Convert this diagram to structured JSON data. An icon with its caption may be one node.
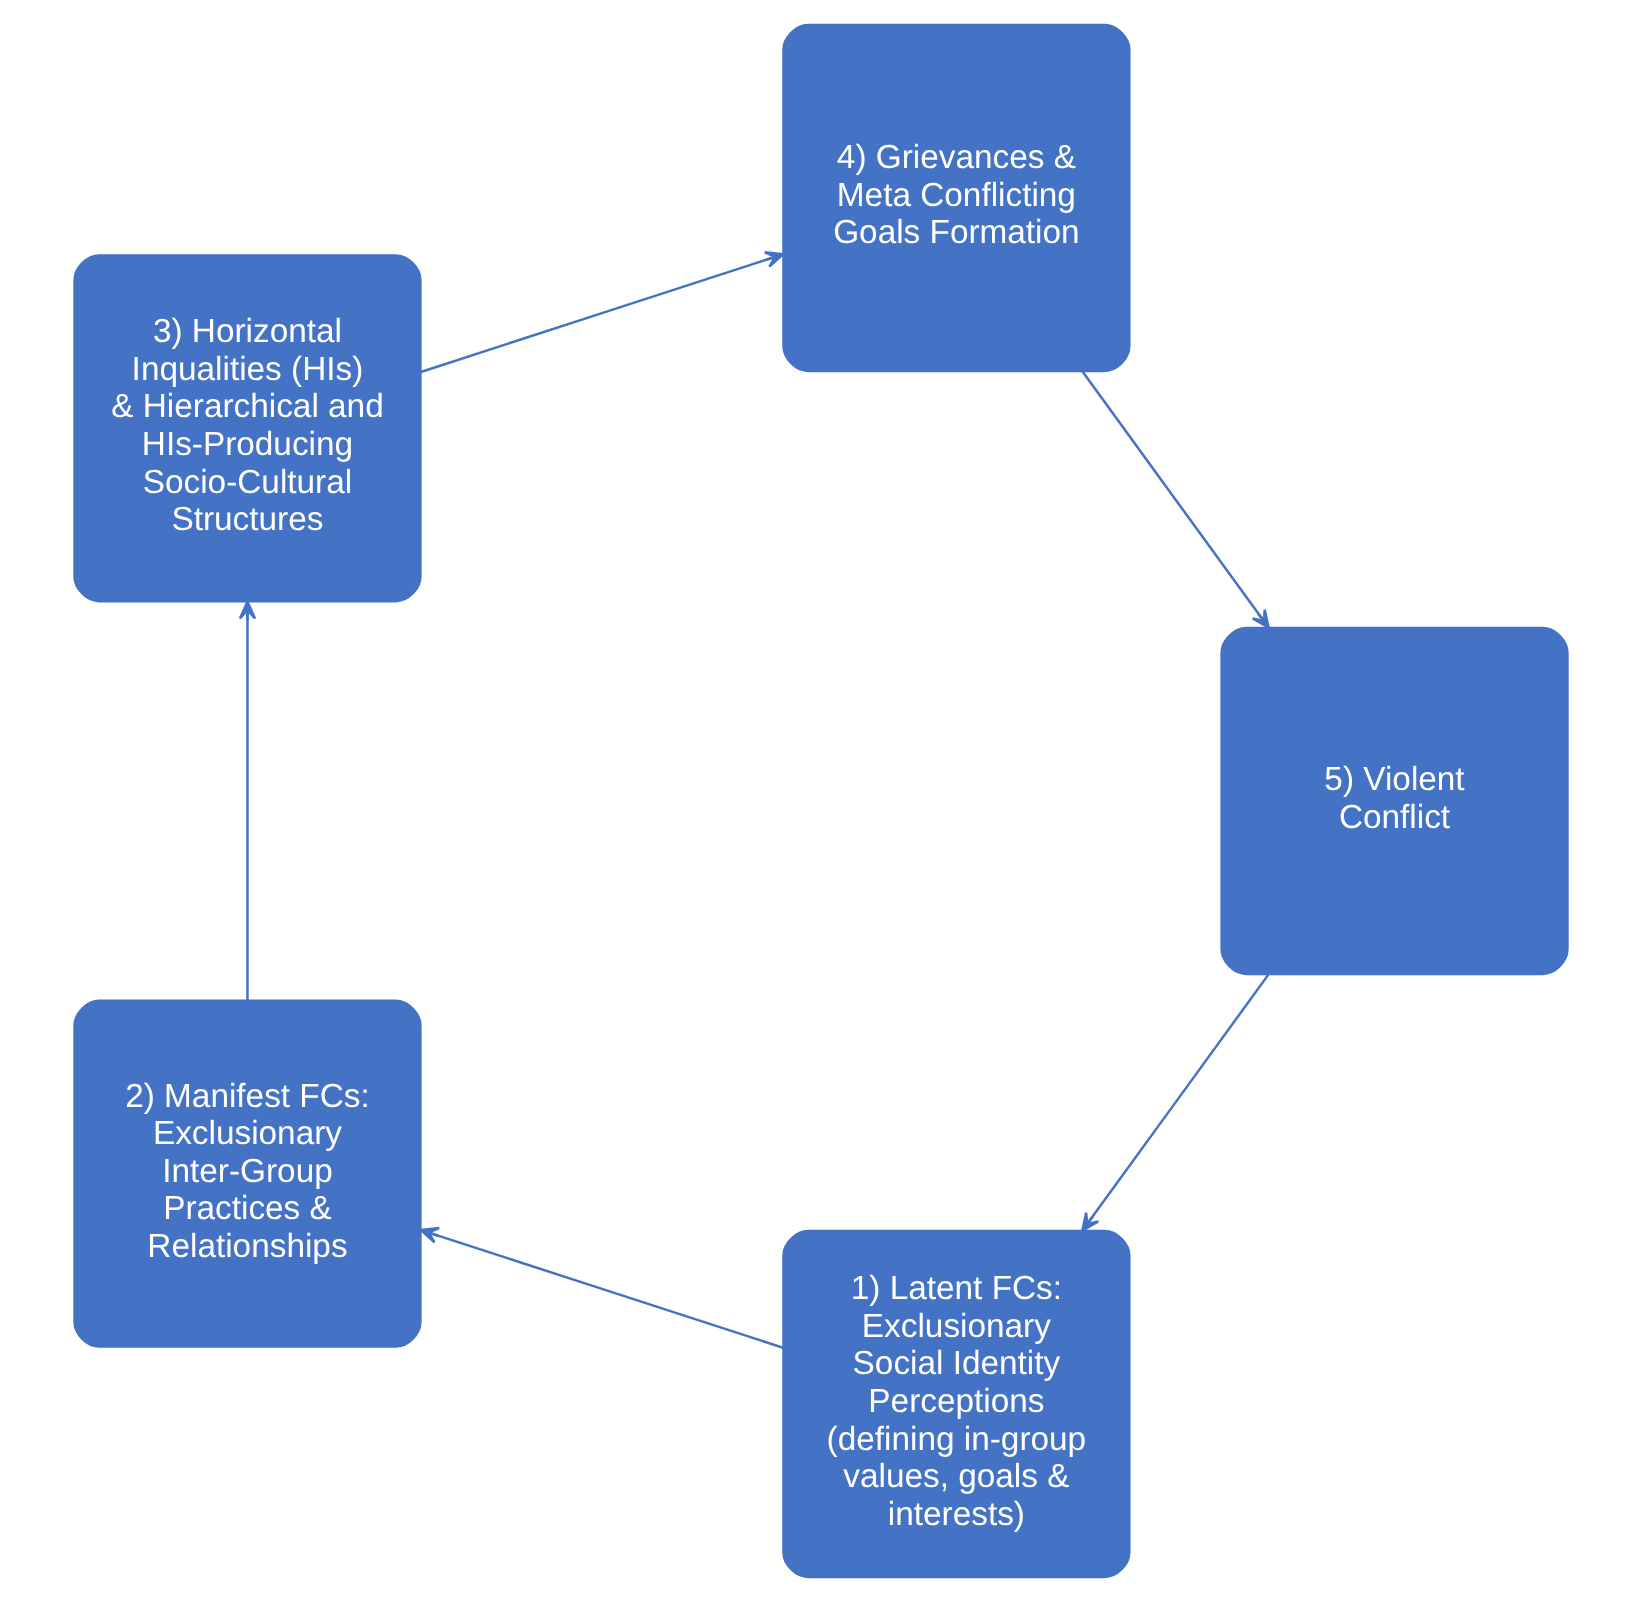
{
  "diagram": {
    "nodes": [
      {
        "text": [
          "1) Latent FCs: Exclusionary Social Identity Perceptions (defining in-group values, goals & interests)"
        ]
      },
      {
        "text": [
          "2) Manifest FCs: Exclusionary Inter-Group Practices & Relationships"
        ]
      },
      {
        "text": [
          "3) Horizontal Inqualities (HIs) & Hierarchical and HIs-Producing Socio-Cultural Structures"
        ]
      },
      {
        "text": [
          "4) Grievances & Meta Conflicting Goals Formation"
        ]
      },
      {
        "text": [
          "5) Violent Conflict"
        ]
      }
    ],
    "edges": [
      {
        "from": 0,
        "to": 1,
        "arrow": "to"
      },
      {
        "from": 1,
        "to": 2,
        "arrow": "to"
      },
      {
        "from": 2,
        "to": 3,
        "arrow": "to"
      },
      {
        "from": 3,
        "to": 4,
        "arrow": "to"
      },
      {
        "from": 4,
        "to": 0,
        "arrow": "to"
      }
    ]
  }
}
